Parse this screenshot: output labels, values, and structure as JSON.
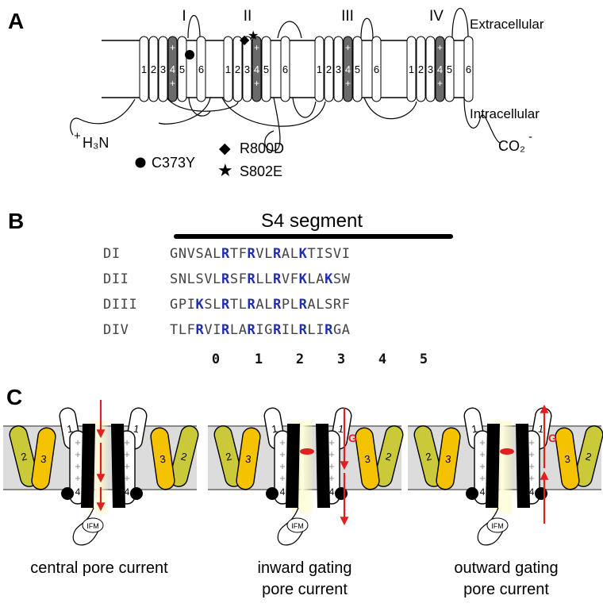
{
  "panels": {
    "a": {
      "label": "A",
      "extracellular": "Extracellular",
      "intracellular": "Intracellular",
      "n_terminus": "H₃N",
      "n_terminus_charge": "+",
      "c_terminus": "CO₂",
      "c_terminus_charge": "-",
      "domains": [
        "I",
        "II",
        "III",
        "IV"
      ],
      "segments": [
        "1",
        "2",
        "3",
        "4",
        "5",
        "6"
      ],
      "plus_sign": "+",
      "mutations": [
        {
          "symbol": "●",
          "label": "C373Y"
        },
        {
          "symbol": "◆",
          "label": "R800D"
        },
        {
          "symbol": "★",
          "label": "S802E"
        }
      ]
    },
    "b": {
      "label": "B",
      "title": "S4 segment",
      "rows": [
        {
          "domain": "DI",
          "seq": [
            {
              "t": "GNVSAL",
              "h": false
            },
            {
              "t": "R",
              "h": true
            },
            {
              "t": "TF",
              "h": false
            },
            {
              "t": "R",
              "h": true
            },
            {
              "t": "VL",
              "h": false
            },
            {
              "t": "R",
              "h": true
            },
            {
              "t": "AL",
              "h": false
            },
            {
              "t": "K",
              "h": true
            },
            {
              "t": "TISVI",
              "h": false
            }
          ]
        },
        {
          "domain": "DII",
          "seq": [
            {
              "t": "SNLSVL",
              "h": false
            },
            {
              "t": "R",
              "h": true
            },
            {
              "t": "SF",
              "h": false
            },
            {
              "t": "R",
              "h": true
            },
            {
              "t": "LL",
              "h": false
            },
            {
              "t": "R",
              "h": true
            },
            {
              "t": "VF",
              "h": false
            },
            {
              "t": "K",
              "h": true
            },
            {
              "t": "LA",
              "h": false
            },
            {
              "t": "K",
              "h": true
            },
            {
              "t": "SW",
              "h": false
            }
          ]
        },
        {
          "domain": "DIII",
          "seq": [
            {
              "t": "GPI",
              "h": false
            },
            {
              "t": "K",
              "h": true
            },
            {
              "t": "SL",
              "h": false
            },
            {
              "t": "R",
              "h": true
            },
            {
              "t": "TL",
              "h": false
            },
            {
              "t": "R",
              "h": true
            },
            {
              "t": "AL",
              "h": false
            },
            {
              "t": "R",
              "h": true
            },
            {
              "t": "PL",
              "h": false
            },
            {
              "t": "R",
              "h": true
            },
            {
              "t": "ALSRF",
              "h": false
            }
          ]
        },
        {
          "domain": "DIV",
          "seq": [
            {
              "t": "TLF",
              "h": false
            },
            {
              "t": "R",
              "h": true
            },
            {
              "t": "VI",
              "h": false
            },
            {
              "t": "R",
              "h": true
            },
            {
              "t": "LA",
              "h": false
            },
            {
              "t": "R",
              "h": true
            },
            {
              "t": "IG",
              "h": false
            },
            {
              "t": "R",
              "h": true
            },
            {
              "t": "IL",
              "h": false
            },
            {
              "t": "R",
              "h": true
            },
            {
              "t": "LI",
              "h": false
            },
            {
              "t": "R",
              "h": true
            },
            {
              "t": "GA",
              "h": false
            }
          ]
        }
      ],
      "positions": [
        "0",
        "1",
        "2",
        "3",
        "4",
        "5"
      ]
    },
    "c": {
      "label": "C",
      "gate_label": "G",
      "ifm": "IFM",
      "subpanels": [
        {
          "caption": [
            "central pore current"
          ]
        },
        {
          "caption": [
            "inward gating",
            "pore current"
          ]
        },
        {
          "caption": [
            "outward gating",
            "pore current"
          ]
        }
      ]
    }
  },
  "colors": {
    "basic_residue": "#1f2fb0",
    "arrow": "#e02020",
    "helix_olive": "#c9c93a",
    "helix_gold": "#f5c200",
    "s4_dark": "#6a6a6a",
    "membrane": "#dcdcdc",
    "pore_glow": "#fbf6a8"
  }
}
